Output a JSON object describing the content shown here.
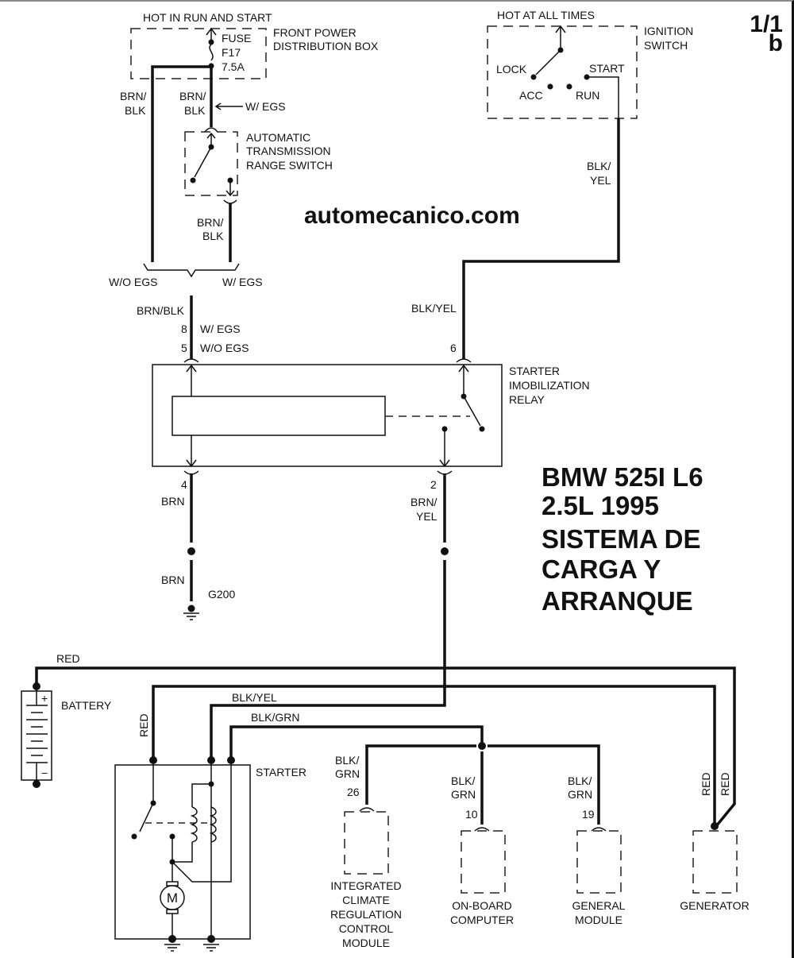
{
  "page": {
    "page_number": "1/1",
    "page_sub": "b",
    "watermark": "automecanico.com",
    "title_lines": [
      "BMW 525I L6",
      "2.5L 1995",
      "SISTEMA DE",
      "CARGA Y",
      "ARRANQUE"
    ]
  },
  "components": {
    "fuse_box": {
      "supply_note": "HOT IN RUN AND START",
      "name_lines": [
        "FRONT POWER",
        "DISTRIBUTION BOX"
      ],
      "fuse_lines": [
        "FUSE",
        "F17",
        "7.5A"
      ]
    },
    "ignition_switch": {
      "supply_note": "HOT AT ALL TIMES",
      "name_lines": [
        "IGNITION",
        "SWITCH"
      ],
      "positions": [
        "LOCK",
        "ACC",
        "RUN",
        "START"
      ]
    },
    "range_switch": {
      "name_lines": [
        "AUTOMATIC",
        "TRANSMISSION",
        "RANGE SWITCH"
      ]
    },
    "relay": {
      "name_lines": [
        "STARTER",
        "IMOBILIZATION",
        "RELAY"
      ]
    },
    "ground_g200": {
      "name": "G200"
    },
    "battery": {
      "name": "BATTERY",
      "plus": "+",
      "minus": "−"
    },
    "starter": {
      "name": "STARTER",
      "motor": "M"
    },
    "climate_module": {
      "name_lines": [
        "INTEGRATED",
        "CLIMATE",
        "REGULATION",
        "CONTROL",
        "MODULE"
      ]
    },
    "onboard_computer": {
      "name_lines": [
        "ON-BOARD",
        "COMPUTER"
      ]
    },
    "general_module": {
      "name_lines": [
        "GENERAL",
        "MODULE"
      ]
    },
    "generator": {
      "name": "GENERATOR"
    }
  },
  "wires": {
    "fuse_left_color": [
      "BRN/",
      "BLK"
    ],
    "fuse_right_color": [
      "BRN/",
      "BLK"
    ],
    "w_egs_arrow": "W/ EGS",
    "range_out_color": [
      "BRN/",
      "BLK"
    ],
    "split_wo_egs": "W/O EGS",
    "split_w_egs": "W/ EGS",
    "relay_in_color": "BRN/BLK",
    "relay_in_pin_a": "8",
    "relay_in_pin_a_note": "W/ EGS",
    "relay_in_pin_b": "5",
    "relay_in_pin_b_note": "W/O EGS",
    "ign_out_color": [
      "BLK/",
      "YEL"
    ],
    "relay_6_color": "BLK/YEL",
    "relay_6_pin": "6",
    "relay_4_pin": "4",
    "relay_4_color": "BRN",
    "ground_color": "BRN",
    "relay_2_pin": "2",
    "relay_2_color": [
      "BRN/",
      "YEL"
    ],
    "battery_red": "RED",
    "starter_red": "RED",
    "starter_blk_yel": "BLK/YEL",
    "starter_blk_grn": "BLK/GRN",
    "climate_color": [
      "BLK/",
      "GRN"
    ],
    "climate_pin": "26",
    "obc_color": [
      "BLK/",
      "GRN"
    ],
    "obc_pin": "10",
    "gm_color": [
      "BLK/",
      "GRN"
    ],
    "gm_pin": "19",
    "gen_red_a": "RED",
    "gen_red_b": "RED"
  }
}
